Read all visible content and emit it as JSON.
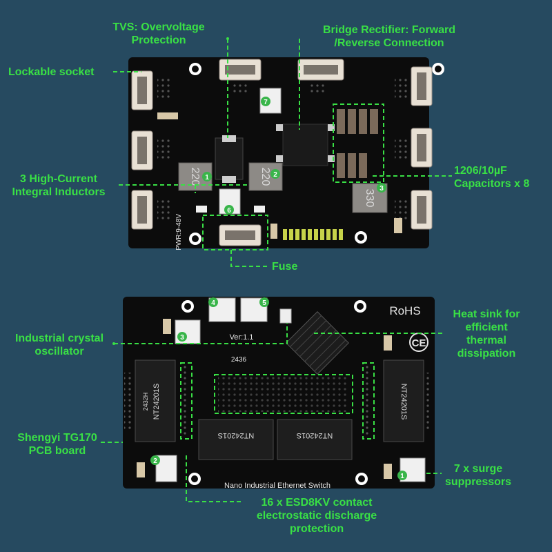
{
  "colors": {
    "background": "#264a60",
    "label": "#39e045",
    "pcb": "#0c0c0c",
    "badge": "#39b54a"
  },
  "labels": {
    "tvs": [
      "TVS: Overvoltage",
      "Protection"
    ],
    "bridge": [
      "Bridge Rectifier: Forward",
      "/Reverse Connection"
    ],
    "lockable": [
      "Lockable socket"
    ],
    "inductors": [
      "3 High-Current",
      "Integral Inductors"
    ],
    "capacitors": [
      "1206/10µF",
      "Capacitors x 8"
    ],
    "fuse": [
      "Fuse"
    ],
    "crystal": [
      "Industrial crystal",
      "oscillator"
    ],
    "heatsink": [
      "Heat sink for",
      "efficient",
      "thermal",
      "dissipation"
    ],
    "pcb": [
      "Shengyi TG170",
      "PCB board"
    ],
    "surge": [
      "7 x surge",
      "suppressors"
    ],
    "esd": [
      "16 x ESD8KV contact",
      "electrostatic discharge",
      "protection"
    ]
  },
  "top_board": {
    "silkscreen_voltage": "PWR:9-48V",
    "inductor_markings": [
      "220",
      "220",
      "330"
    ],
    "badges": [
      "1",
      "2",
      "3",
      "6",
      "7"
    ]
  },
  "bottom_board": {
    "rohs": "RoHS",
    "ce": "CE",
    "version": "Ver:1.1",
    "product_name": "Nano Industrial Ethernet Switch",
    "date_code": "2436",
    "transformer_markings": [
      "NT24201S",
      "NT24201S",
      "NT24201S",
      "NT24201S"
    ],
    "transformer_date": "2432H",
    "badges": [
      "1",
      "2",
      "3",
      "4",
      "5"
    ]
  }
}
